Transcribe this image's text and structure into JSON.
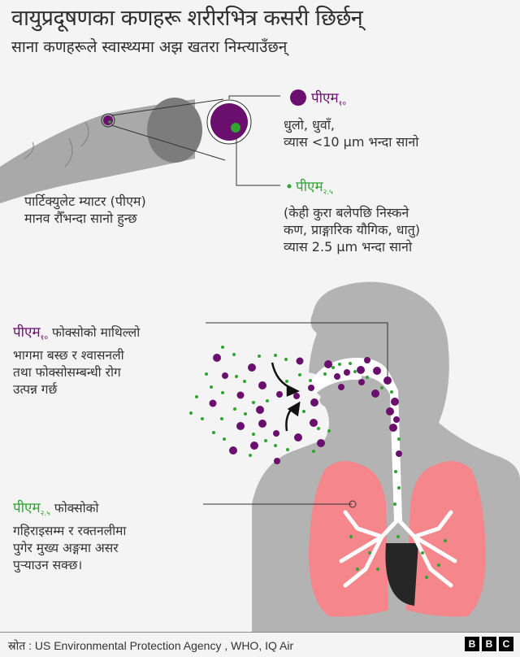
{
  "header": {
    "title": "वायुप्रदूषणका कणहरू शरीरभित्र कसरी छिर्छन्",
    "subtitle": "साना कणहरूले स्वास्थ्यमा अझ खतरा निम्त्याउँछन्"
  },
  "hair_section": {
    "caption": "पार्टिक्युलेट म्याटर (पीएम)\nमानव रौँभन्दा सानो हुन्छ",
    "pm10": {
      "label": "पीएम",
      "subscript": "१०",
      "description": "धुलो, धुवाँ,\nव्यास <10 μm भन्दा सानो",
      "color": "#6b0f6e"
    },
    "pm25": {
      "label": "पीएम",
      "subscript": "२.५",
      "description": "(केही कुरा बलेपछि निस्कने\nकण, प्राङ्गारिक यौगिक, धातु)\nव्यास 2.5 μm भन्दा सानो",
      "color": "#2fa52f"
    }
  },
  "body_section": {
    "pm10_note": {
      "label": "पीएम",
      "subscript": "१०",
      "text": " फोक्सोको माथिल्लो\nभागमा बस्छ र श्वासनली\nतथा फोक्सोसम्बन्धी रोग\nउत्पन्न गर्छ"
    },
    "pm25_note": {
      "label": "पीएम",
      "subscript": "२.५",
      "text": " फोक्सोको\nगहिराइसम्म र रक्तनलीमा\nपुगेर मुख्य अङ्गमा असर\nपुर्‍याउन सक्छ।"
    }
  },
  "footer": {
    "source": "स्रोत  :   US Environmental Protection Agency , WHO, IQ Air",
    "logo": [
      "B",
      "B",
      "C"
    ]
  },
  "colors": {
    "background": "#f4f4f4",
    "pm10": "#6b0f6e",
    "pm25": "#2fa52f",
    "lungs": "#f4868c",
    "body": "#b3b3b3",
    "heart": "#262626"
  }
}
